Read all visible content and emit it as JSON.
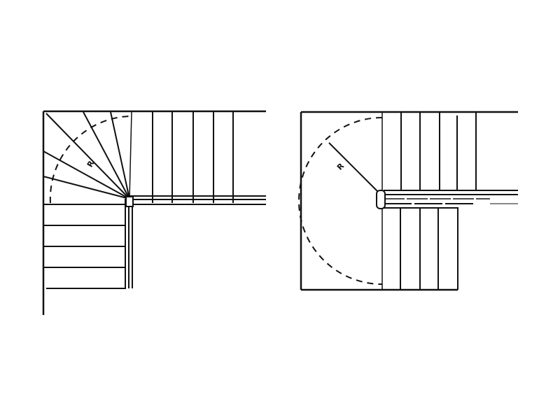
{
  "diagram": {
    "type": "staircase-floor-plans",
    "plans": [
      {
        "id": "winder-quarter-turn",
        "radius_label": "R",
        "description": "Quarter-turn stair with fan winder treads around corner post"
      },
      {
        "id": "half-turn-landing",
        "radius_label": "R",
        "description": "Half-turn stair with semicircular radius swing around central post"
      }
    ]
  }
}
